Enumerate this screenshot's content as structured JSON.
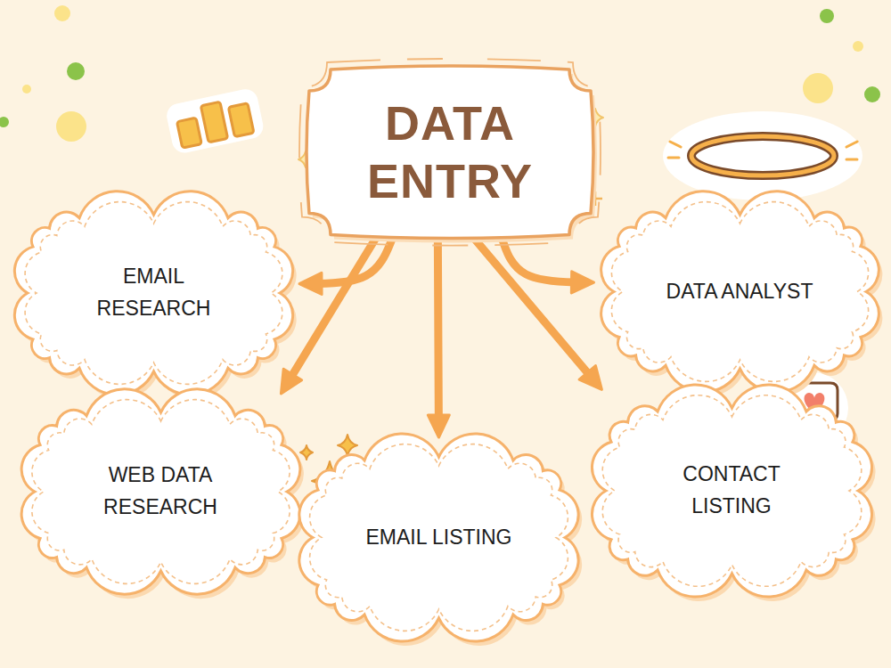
{
  "diagram": {
    "nodes": [
      {
        "text": [
          "DATA ENTRY"
        ]
      },
      {
        "text": [
          "EMAIL RESEARCH"
        ]
      },
      {
        "text": [
          "DATA ANALYST"
        ]
      },
      {
        "text": [
          "WEB DATA RESEARCH"
        ]
      },
      {
        "text": [
          "EMAIL LISTING"
        ]
      },
      {
        "text": [
          "CONTACT LISTING"
        ]
      }
    ],
    "edges": [
      {
        "from": 0,
        "to": 1,
        "arrow": "to"
      },
      {
        "from": 0,
        "to": 2,
        "arrow": "to"
      },
      {
        "from": 0,
        "to": 3,
        "arrow": "to"
      },
      {
        "from": 0,
        "to": 4,
        "arrow": "to"
      },
      {
        "from": 0,
        "to": 5,
        "arrow": "to"
      }
    ]
  }
}
